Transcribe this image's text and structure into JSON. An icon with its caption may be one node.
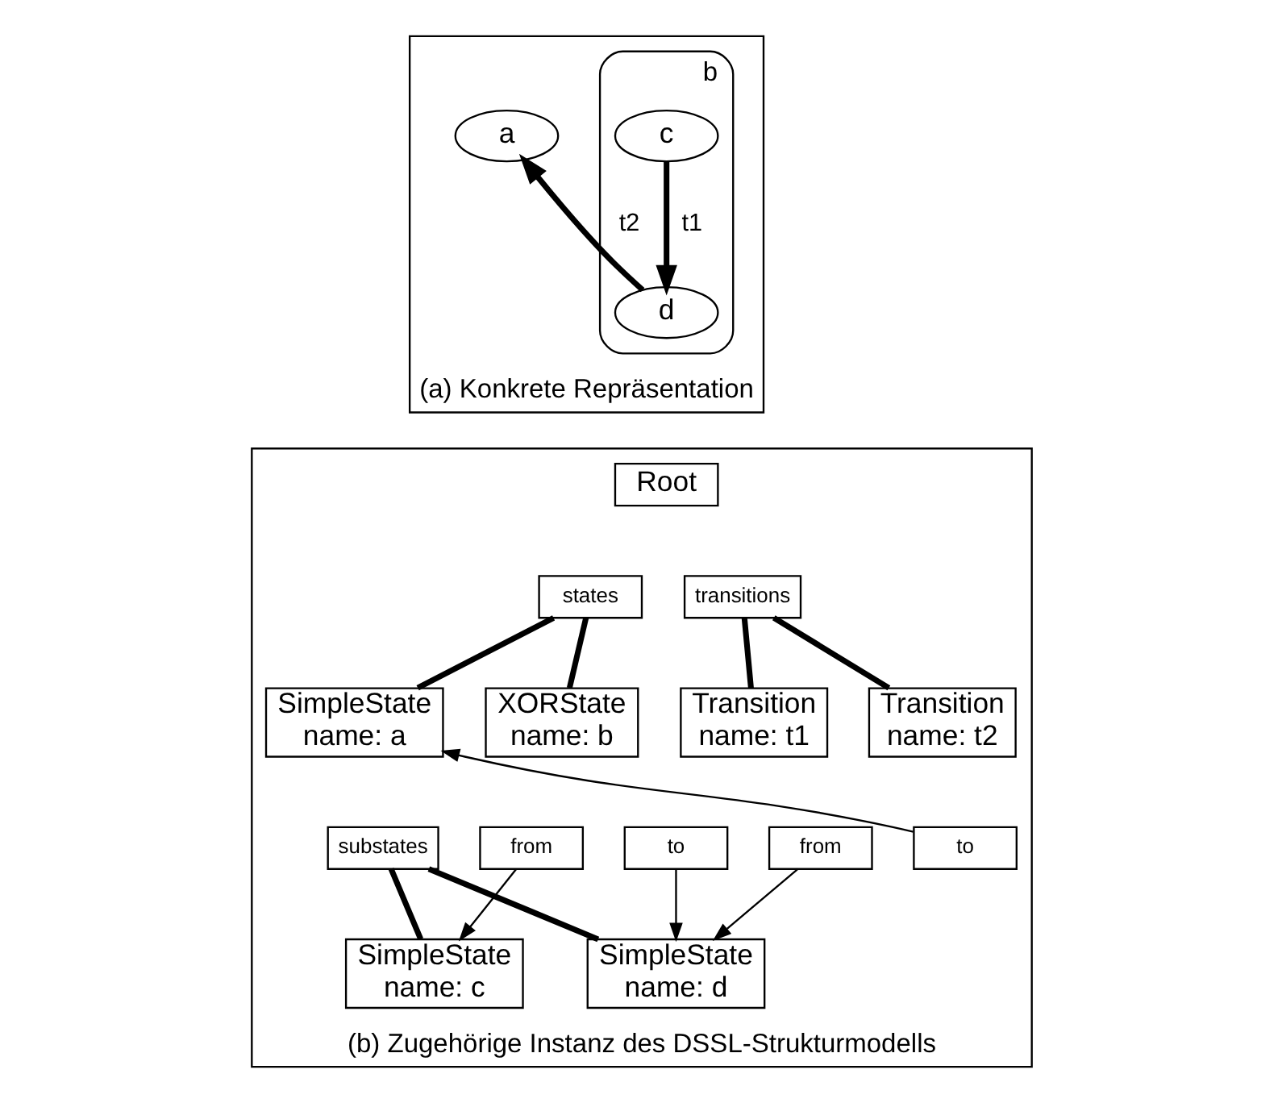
{
  "diagram": {
    "nodes": [
      {
        "text": [
          "(a) Konkrete Repräsentation"
        ]
      },
      {
        "text": [
          "a"
        ],
        "in": 0
      },
      {
        "text": [
          "b"
        ],
        "in": 0
      },
      {
        "text": [
          "c"
        ],
        "in": 2
      },
      {
        "text": [
          "d"
        ],
        "in": 2
      },
      {
        "text": [
          "(b) Zugehörige Instanz des DSSL-Strukturmodells"
        ]
      },
      {
        "text": [
          "Root"
        ],
        "in": 5
      },
      {
        "text": [
          "states"
        ],
        "in": 5
      },
      {
        "text": [
          "transitions"
        ],
        "in": 5
      },
      {
        "text": [
          "SimpleState",
          "name: a"
        ],
        "in": 5
      },
      {
        "text": [
          "XORState",
          "name: b"
        ],
        "in": 5
      },
      {
        "text": [
          "substates"
        ],
        "in": 5
      },
      {
        "text": [
          "Transition",
          "name: t1"
        ],
        "in": 5
      },
      {
        "text": [
          "from"
        ],
        "in": 5
      },
      {
        "text": [
          "to"
        ],
        "in": 5
      },
      {
        "text": [
          "Transition",
          "name: t2"
        ],
        "in": 5
      },
      {
        "text": [
          "from"
        ],
        "in": 5
      },
      {
        "text": [
          "to"
        ],
        "in": 5
      },
      {
        "text": [
          "SimpleState",
          "name: c"
        ],
        "in": 5
      },
      {
        "text": [
          "SimpleState",
          "name: d"
        ],
        "in": 5
      }
    ],
    "edges": [
      {
        "from": 3,
        "to": 4,
        "arrow": "to",
        "label": "t1"
      },
      {
        "from": 4,
        "to": 1,
        "arrow": "to",
        "label": "t2"
      },
      {
        "from": 7,
        "to": 9,
        "arrow": "none"
      },
      {
        "from": 7,
        "to": 10,
        "arrow": "none"
      },
      {
        "from": 8,
        "to": 12,
        "arrow": "none"
      },
      {
        "from": 8,
        "to": 15,
        "arrow": "none"
      },
      {
        "from": 11,
        "to": 18,
        "arrow": "none"
      },
      {
        "from": 11,
        "to": 19,
        "arrow": "none"
      },
      {
        "from": 13,
        "to": 18,
        "arrow": "to"
      },
      {
        "from": 14,
        "to": 19,
        "arrow": "to"
      },
      {
        "from": 16,
        "to": 19,
        "arrow": "to"
      },
      {
        "from": 17,
        "to": 9,
        "arrow": "to"
      }
    ]
  }
}
